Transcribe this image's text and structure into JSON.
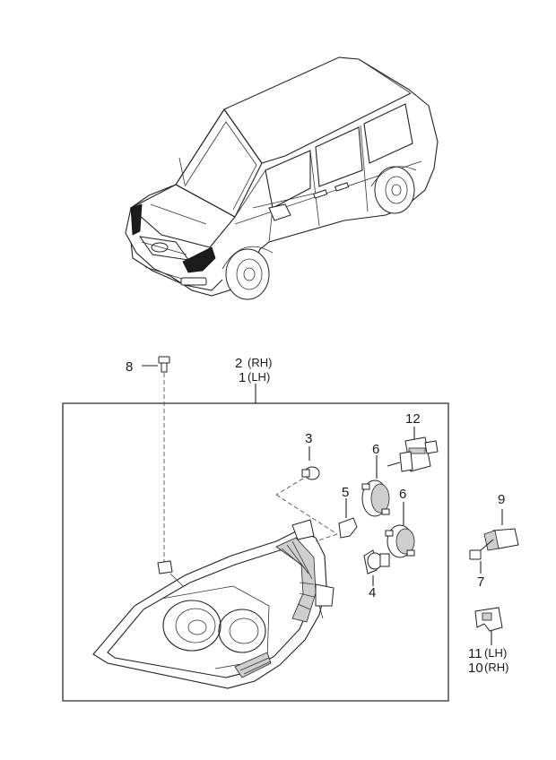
{
  "callouts": {
    "c8": "8",
    "c2": "2",
    "c2_side": "(RH)",
    "c1": "1",
    "c1_side": "(LH)",
    "c3": "3",
    "c12": "12",
    "c6a": "6",
    "c5": "5",
    "c6b": "6",
    "c4": "4",
    "c9": "9",
    "c7": "7",
    "c11": "11",
    "c11_side": "(LH)",
    "c10": "10",
    "c10_side": "(RH)"
  }
}
